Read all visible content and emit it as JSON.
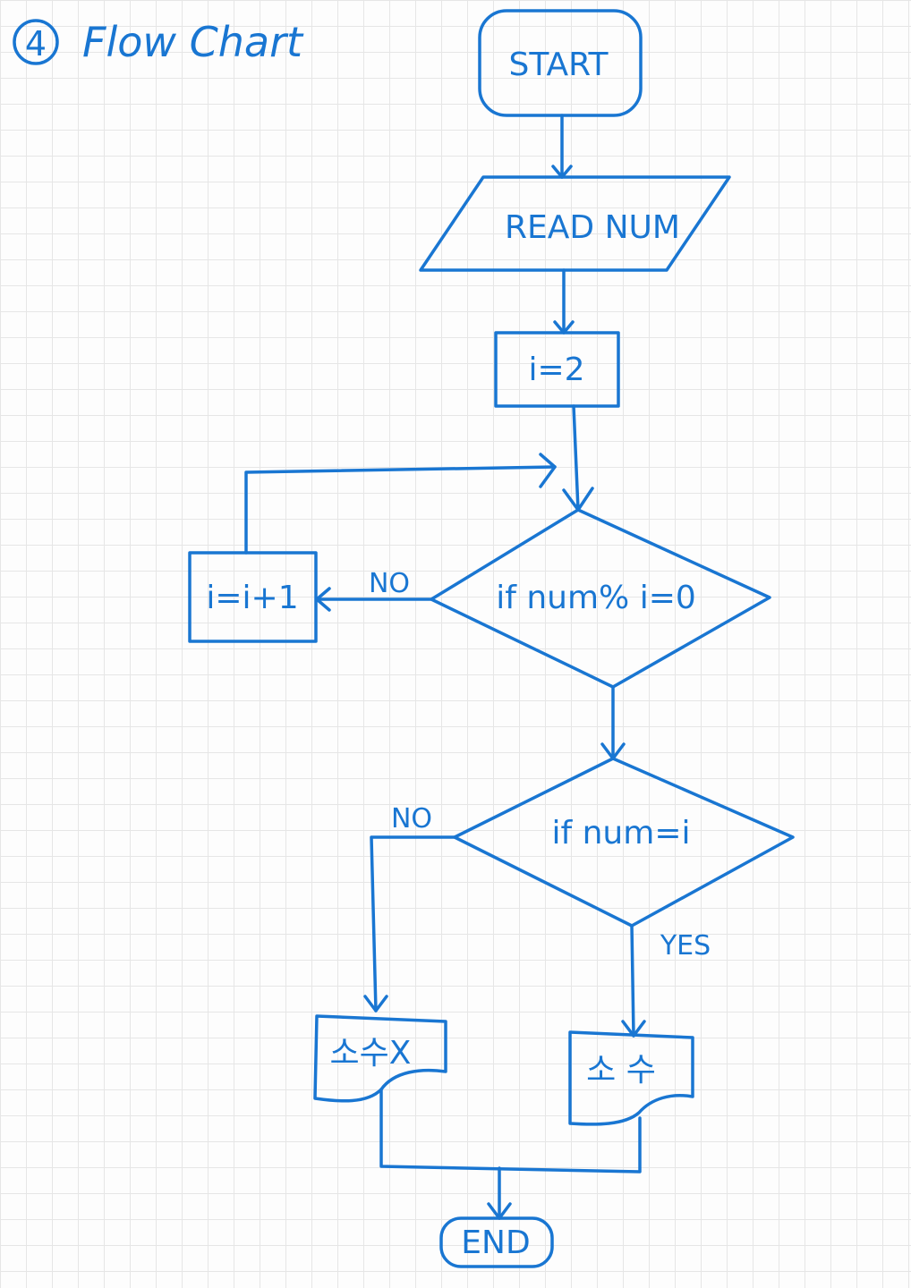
{
  "title": {
    "number": "4",
    "text": "Flow Chart"
  },
  "nodes": {
    "start": "START",
    "read": "READ NUM",
    "init": "i=2",
    "increment": "i=i+1",
    "decision1": "if num% i=0",
    "decision2": "if num=i",
    "not_prime": "소수X",
    "prime": "소 수",
    "end": "END"
  },
  "edge_labels": {
    "d1_no": "NO",
    "d2_no": "NO",
    "d2_yes": "YES"
  },
  "colors": {
    "ink": "#1976d2",
    "grid": "#e6e6e6"
  }
}
